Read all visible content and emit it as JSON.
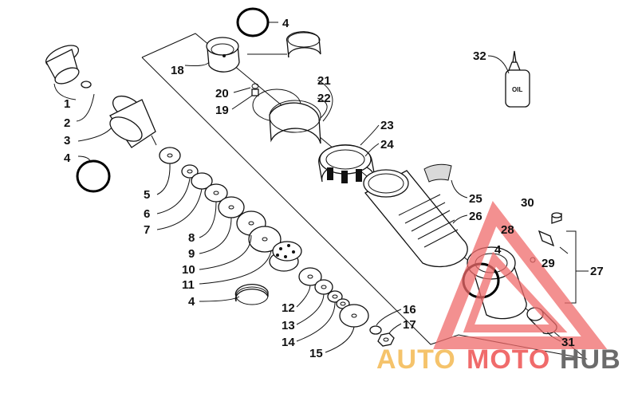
{
  "diagram": {
    "labels": {
      "l1": "1",
      "l2": "2",
      "l3": "3",
      "l4a": "4",
      "l4b": "4",
      "l4c": "4",
      "l4d": "4",
      "l5": "5",
      "l6": "6",
      "l7": "7",
      "l8": "8",
      "l9": "9",
      "l10": "10",
      "l11": "11",
      "l12": "12",
      "l13": "13",
      "l14": "14",
      "l15": "15",
      "l16": "16",
      "l17": "17",
      "l18": "18",
      "l19": "19",
      "l20": "20",
      "l21": "21",
      "l22": "22",
      "l23": "23",
      "l24": "24",
      "l25": "25",
      "l26": "26",
      "l27": "27",
      "l28": "28",
      "l29": "29",
      "l30": "30",
      "l31": "31",
      "l32": "32"
    },
    "bottle_label": "OIL"
  },
  "watermark": {
    "part1": "AUTO",
    "part2": "MOTO",
    "part3": "HUB",
    "color_auto": "#f5c36b",
    "color_moto": "#f06b6b",
    "color_hub": "#6b6b6b"
  }
}
